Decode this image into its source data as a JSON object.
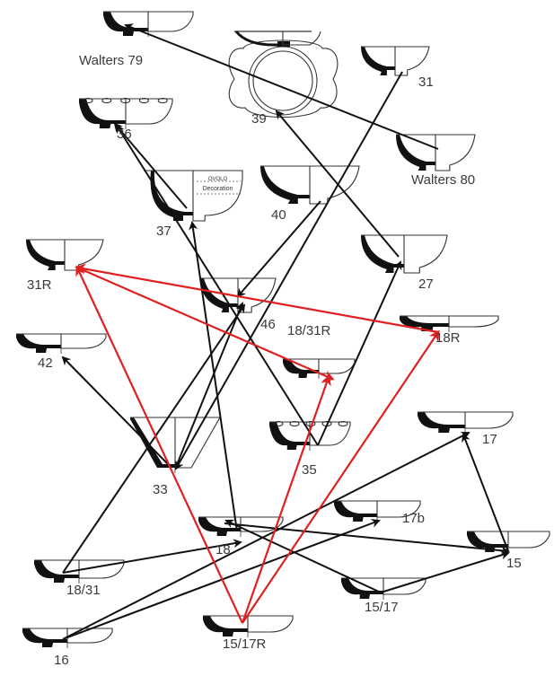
{
  "vessels": [
    {
      "id": "walters79",
      "label": "Walters 79"
    },
    {
      "id": "39",
      "label": "39"
    },
    {
      "id": "31",
      "label": "31"
    },
    {
      "id": "36",
      "label": "36"
    },
    {
      "id": "walters80",
      "label": "Walters 80"
    },
    {
      "id": "37",
      "label": "37",
      "inscriptions": [
        "OVOLO",
        "Decoration"
      ]
    },
    {
      "id": "40",
      "label": "40"
    },
    {
      "id": "31R",
      "label": "31R"
    },
    {
      "id": "27",
      "label": "27"
    },
    {
      "id": "46",
      "label": "46"
    },
    {
      "id": "18/31R",
      "label": "18/31R"
    },
    {
      "id": "18R",
      "label": "18R"
    },
    {
      "id": "42",
      "label": "42"
    },
    {
      "id": "33",
      "label": "33"
    },
    {
      "id": "35",
      "label": "35"
    },
    {
      "id": "17",
      "label": "17"
    },
    {
      "id": "17b",
      "label": "17b"
    },
    {
      "id": "18",
      "label": "18"
    },
    {
      "id": "15",
      "label": "15"
    },
    {
      "id": "18/31",
      "label": "18/31"
    },
    {
      "id": "15/17",
      "label": "15/17"
    },
    {
      "id": "16",
      "label": "16"
    },
    {
      "id": "15/17R",
      "label": "15/17R"
    }
  ],
  "connections": [
    {
      "from": "walters80",
      "to": "walters79",
      "color": "#111111"
    },
    {
      "from": "31",
      "to": "33",
      "color": "#111111"
    },
    {
      "from": "35",
      "to": "36",
      "color": "#111111"
    },
    {
      "from": "37",
      "to": "36",
      "color": "#111111"
    },
    {
      "from": "27",
      "to": "39",
      "color": "#111111"
    },
    {
      "from": "40",
      "to": "18/31",
      "color": "#111111"
    },
    {
      "from": "18",
      "to": "37",
      "color": "#111111"
    },
    {
      "from": "33",
      "to": "42",
      "color": "#111111"
    },
    {
      "from": "33",
      "to": "46",
      "color": "#111111"
    },
    {
      "from": "18/31",
      "to": "46",
      "color": "#111111"
    },
    {
      "from": "35",
      "to": "27",
      "color": "#111111"
    },
    {
      "from": "18",
      "to": "15",
      "color": "#111111"
    },
    {
      "from": "15/17",
      "to": "17b",
      "color": "#111111"
    },
    {
      "from": "15",
      "to": "17",
      "color": "#111111"
    },
    {
      "from": "15/17",
      "to": "15",
      "color": "#111111"
    },
    {
      "from": "16",
      "to": "17",
      "color": "#111111"
    },
    {
      "from": "16",
      "to": "17b",
      "color": "#111111"
    },
    {
      "from": "18/31",
      "to": "18",
      "color": "#111111"
    },
    {
      "from": "18R",
      "to": "31R",
      "color": "#e02020"
    },
    {
      "from": "31R",
      "to": "18/31R",
      "color": "#e02020"
    },
    {
      "from": "15/17R",
      "to": "31R",
      "color": "#e02020"
    },
    {
      "from": "15/17R",
      "to": "18R",
      "color": "#e02020"
    },
    {
      "from": "15/17R",
      "to": "18/31R",
      "color": "#e02020"
    }
  ]
}
